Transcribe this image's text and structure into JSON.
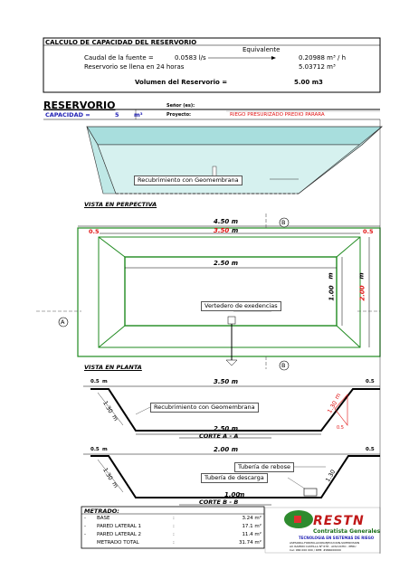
{
  "calc": {
    "title": "CALCULO DE CAPACIDAD DEL RESERVORIO",
    "equivalente": "Equivalente",
    "caudal_label": "Caudal de la fuente =",
    "caudal_value": "0.0583 l/s",
    "caudal_equiv": "0.20988 m³ / h",
    "llenado_label": "Reservorio se llena en 24 horas",
    "llenado_equiv": "5.03712 m³",
    "volumen_label": "Volumen del Reservorio =",
    "volumen_value": "5.00 m3"
  },
  "header": {
    "title": "RESERVORIO",
    "senor_label": "Señor (es):",
    "capacidad_label": "CAPACIDAD =",
    "capacidad_value": "5",
    "capacidad_unit": "m³",
    "proyecto_label": "Proyecto:",
    "proyecto_value": "RIEGO PRESURIZADO PREDIO PARARA"
  },
  "perspectiva": {
    "callout": "Recubrimiento con Geomembrana",
    "caption": "VISTA EN PERPECTIVA"
  },
  "planta": {
    "top_dim": "4.50 m",
    "inner_dim": "3.50",
    "inner_dim_unit": "m",
    "left_offset": "0.5",
    "right_offset": "0.5",
    "inner_width": "2.50 m",
    "depth_inner": "1.00",
    "depth_inner_unit": "m",
    "depth_outer": "2.00",
    "depth_outer_unit": "m",
    "callout": "Vertedero de exedencias",
    "label_a": "A",
    "label_b_top": "B",
    "label_b_bottom": "B",
    "caption": "VISTA EN PLANTA"
  },
  "corte_a": {
    "left_offset": "0.5",
    "left_unit": "m",
    "top_dim": "3.50 m",
    "right_offset": "0.5",
    "slope_left": "1.30",
    "slope_left_unit": "m",
    "slope_right": "1.30",
    "slope_right_unit": "m",
    "slope_small": "0.5",
    "callout": "Recubrimiento con Geomembrana",
    "bottom_dim": "2.50 m",
    "caption": "CORTE  A - A"
  },
  "corte_b": {
    "left_offset": "0.5",
    "left_unit": "m",
    "top_dim": "2.00 m",
    "right_offset": "0.5",
    "slope_left": "1.30",
    "slope_left_unit": "m",
    "slope_right": "1.30",
    "callout_rebose": "Tubería de rebose",
    "callout_descarga": "Tubería de descarga",
    "bottom_dim": "1.00",
    "bottom_unit": "m",
    "caption": "CORTE  B - B"
  },
  "metrado": {
    "title": "METRADO:",
    "rows": [
      {
        "bullet": "-",
        "label": "BASE",
        "sep": ":",
        "value": "3.24 m²"
      },
      {
        "bullet": "-",
        "label": "PARED LATERAL 1",
        "sep": ":",
        "value": "17.1 m²"
      },
      {
        "bullet": "-",
        "label": "PARED LATERAL 2",
        "sep": ":",
        "value": "11.4 m²"
      },
      {
        "bullet": "",
        "label": "METRADO TOTAL",
        "sep": ":",
        "value": "31.74 m²"
      }
    ]
  },
  "logo": {
    "brand": "RESTN",
    "line1": "Contratista Generales",
    "line2": "TECNOLOGIA EN SISTEMAS DE RIEGO",
    "line3": "ASESORIA-FORMULACION-EJECUCION-SUPERVISION",
    "line4": "AV. RAMON CASTILLA Nº 678 - AYACUCHO - PERU",
    "line5": "Cel: 966 000 000 / RPM: #966000000"
  },
  "colors": {
    "water": "#a8dedd",
    "plan_green": "#1f8a1f",
    "dim_red": "#e01010",
    "dim_blue": "#1f1fb4"
  }
}
